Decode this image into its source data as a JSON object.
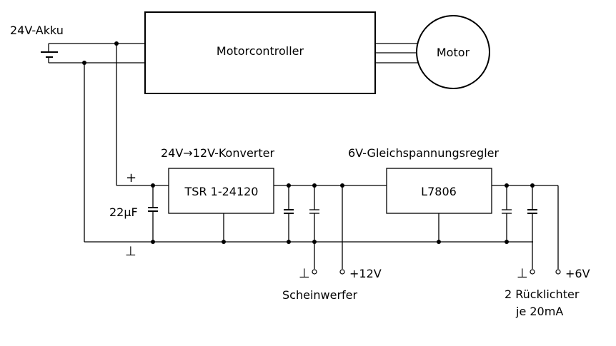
{
  "labels": {
    "battery": "24V-Akku",
    "controller": "Motorcontroller",
    "motor": "Motor",
    "converter_title": "24V→12V-Konverter",
    "regulator_title": "6V-Gleichspannungsregler",
    "converter_part": "TSR 1-24120",
    "regulator_part": "L7806",
    "plus": "+",
    "cap": "22µF",
    "ground": "⊥",
    "ground_12v": "⊥",
    "out_12v": "+12V",
    "headlight": "Scheinwerfer",
    "ground_6v": "⊥",
    "out_6v": "+6V",
    "taillights_1": "2 Rücklichter",
    "taillights_2": "je 20mA"
  }
}
